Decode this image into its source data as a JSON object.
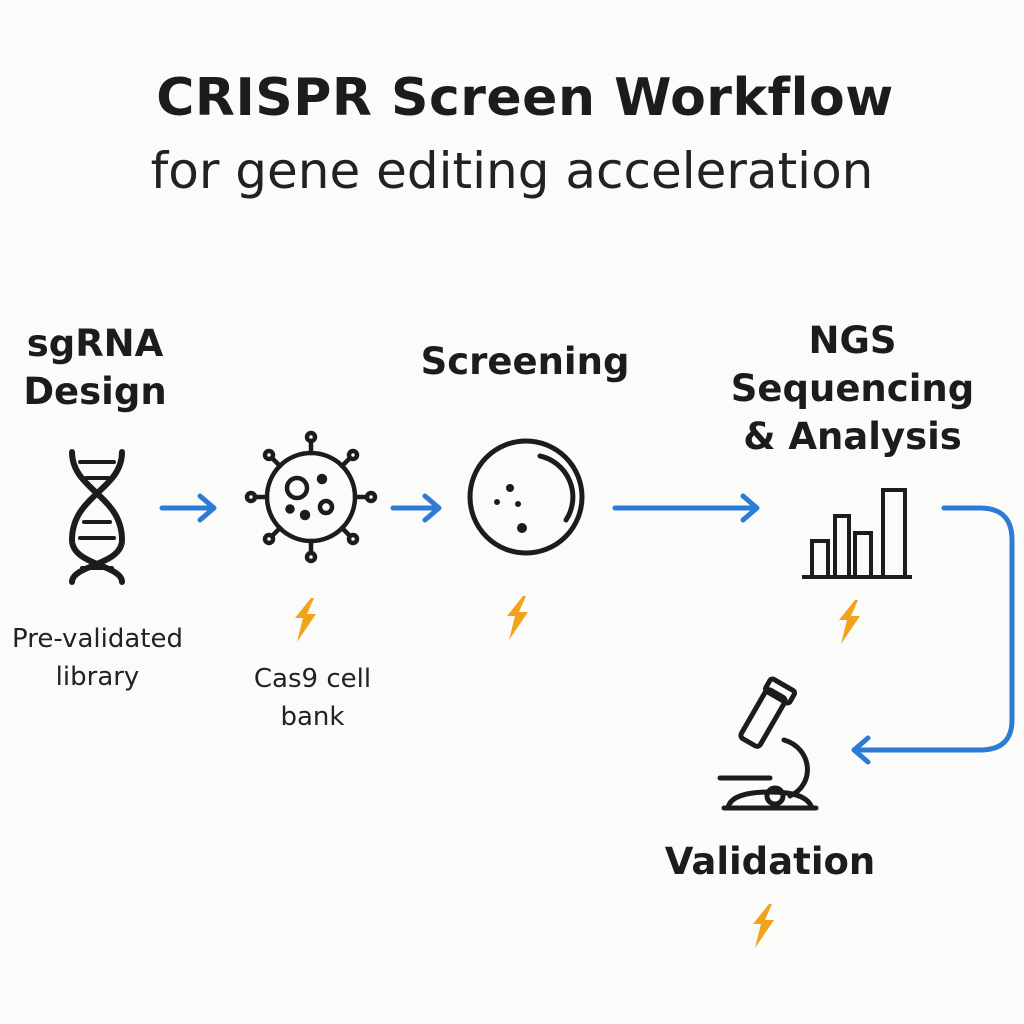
{
  "title": "CRISPR Screen Workflow",
  "subtitle": "for gene editing acceleration",
  "steps": {
    "sgrna": {
      "title_line1": "sgRNA",
      "title_line2": "Design",
      "note_line1": "Pre-validated",
      "note_line2": "library",
      "icon": "dna-icon"
    },
    "cell": {
      "note_line1": "Cas9 cell",
      "note_line2": "bank",
      "icon": "virus-cell-icon"
    },
    "screening": {
      "title": "Screening",
      "icon": "petri-dish-icon"
    },
    "ngs": {
      "title_line1": "NGS",
      "title_line2": "Sequencing",
      "title_line3": "& Analysis",
      "icon": "bar-chart-icon"
    },
    "validation": {
      "title": "Validation",
      "icon": "microscope-icon"
    }
  },
  "colors": {
    "arrow": "#2e7bd6",
    "bolt": "#f2a21b",
    "ink": "#1c1c1e"
  }
}
